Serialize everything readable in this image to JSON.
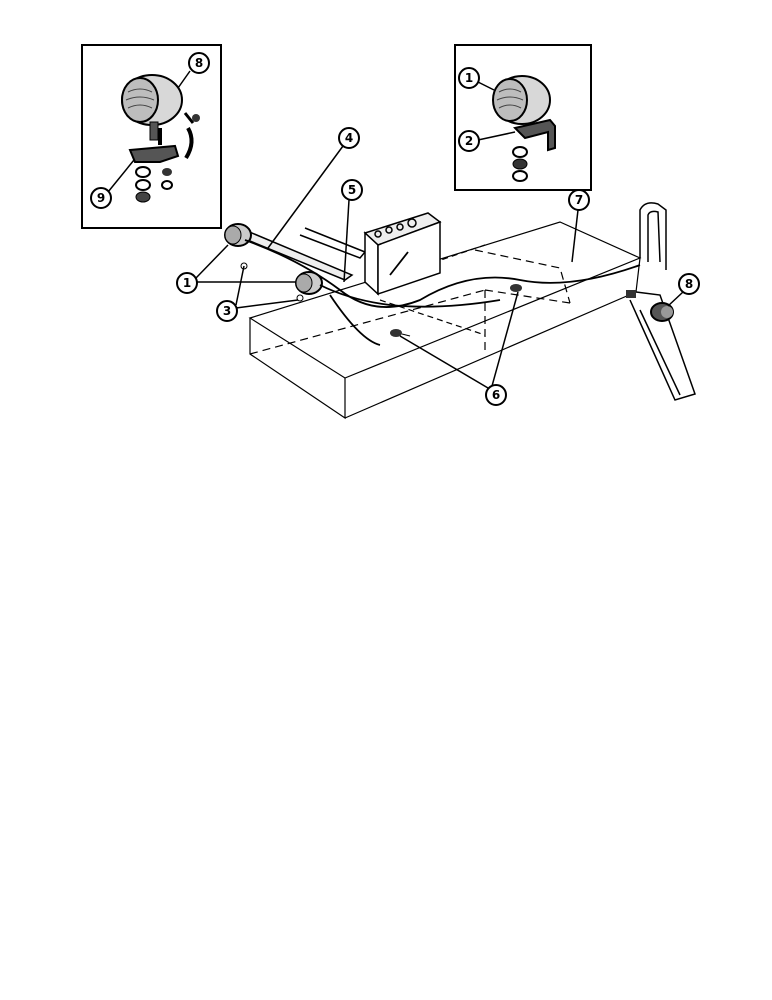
{
  "diagram": {
    "callouts": {
      "inset_left_headlight": "8",
      "inset_left_bracket": "9",
      "inset_right_headlight": "1",
      "inset_right_bracket": "2",
      "main_headlights": "1",
      "main_mounting": "3",
      "main_wiring_front": "4",
      "main_wiring_mid": "5",
      "main_clips": "6",
      "main_wiring_rear": "7",
      "main_rear_light": "8"
    },
    "parts": [
      "headlight",
      "headlight-bracket",
      "battery-box",
      "wiring-harness",
      "rear-light",
      "rear-fender-post"
    ]
  }
}
